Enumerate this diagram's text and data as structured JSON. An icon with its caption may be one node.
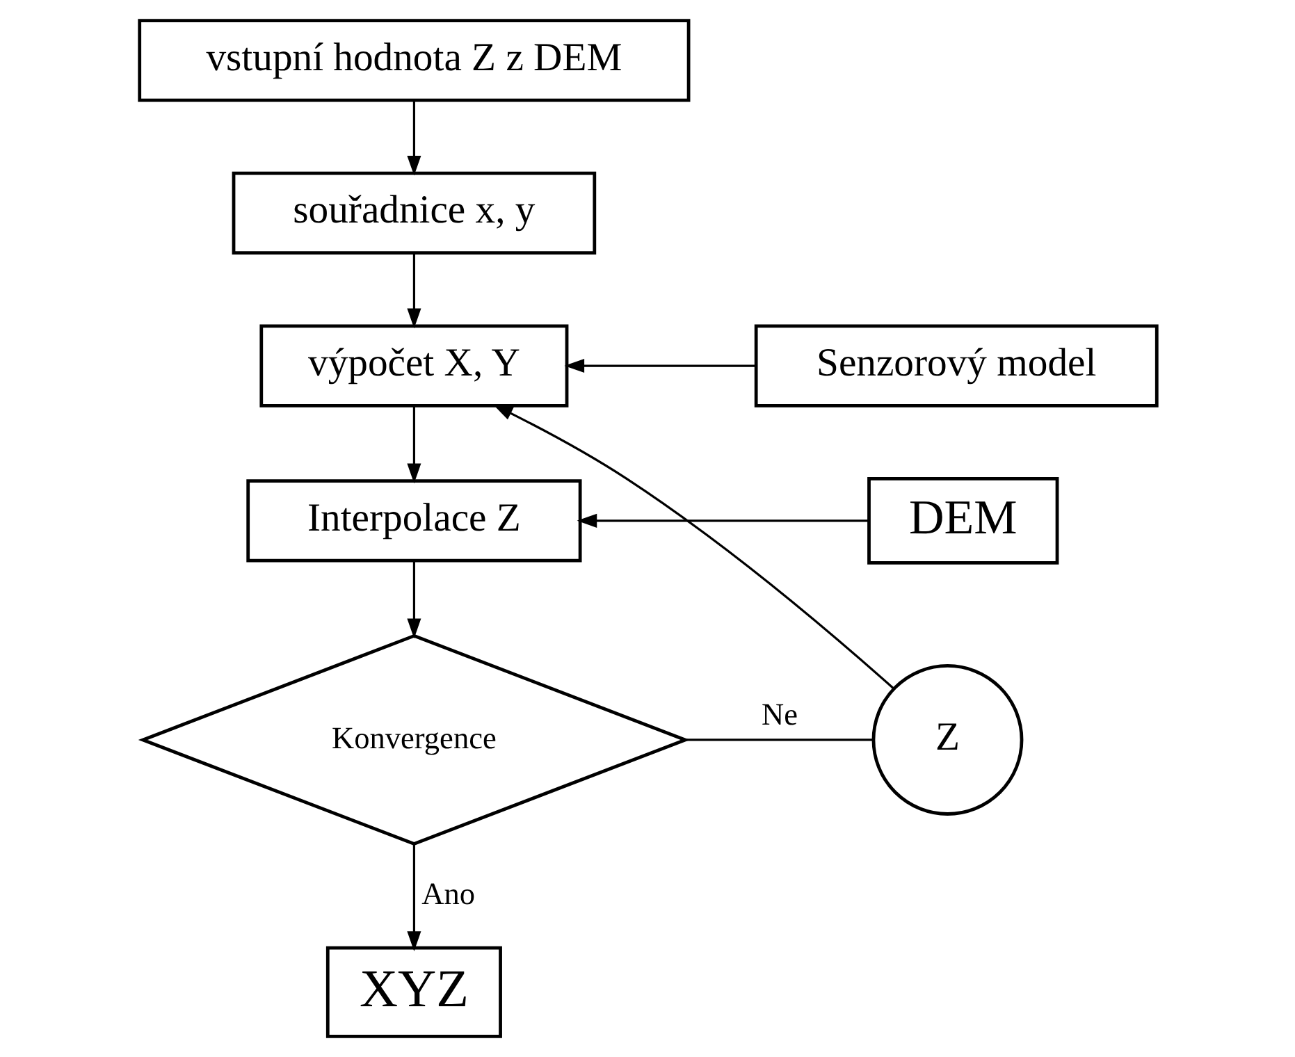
{
  "diagram": {
    "nodes": [
      {
        "text": [
          "vstupní hodnota Z z DEM"
        ]
      },
      {
        "text": [
          "souřadnice x, y"
        ]
      },
      {
        "text": [
          "výpočet X, Y"
        ]
      },
      {
        "text": [
          "Senzorový model"
        ]
      },
      {
        "text": [
          "Interpolace Z"
        ]
      },
      {
        "text": [
          "DEM"
        ]
      },
      {
        "text": [
          "Konvergence"
        ]
      },
      {
        "text": [
          "Z"
        ]
      },
      {
        "text": [
          "XYZ"
        ]
      }
    ],
    "edges": [
      {
        "from": 0,
        "to": 1,
        "arrow": "to"
      },
      {
        "from": 1,
        "to": 2,
        "arrow": "to"
      },
      {
        "from": 3,
        "to": 2,
        "arrow": "to"
      },
      {
        "from": 2,
        "to": 4,
        "arrow": "to"
      },
      {
        "from": 5,
        "to": 4,
        "arrow": "to"
      },
      {
        "from": 4,
        "to": 6,
        "arrow": "to"
      },
      {
        "from": 6,
        "to": 7,
        "label": "Ne",
        "arrow": "none"
      },
      {
        "from": 7,
        "to": 2,
        "arrow": "to"
      },
      {
        "from": 6,
        "to": 8,
        "label": "Ano",
        "arrow": "to"
      }
    ]
  }
}
